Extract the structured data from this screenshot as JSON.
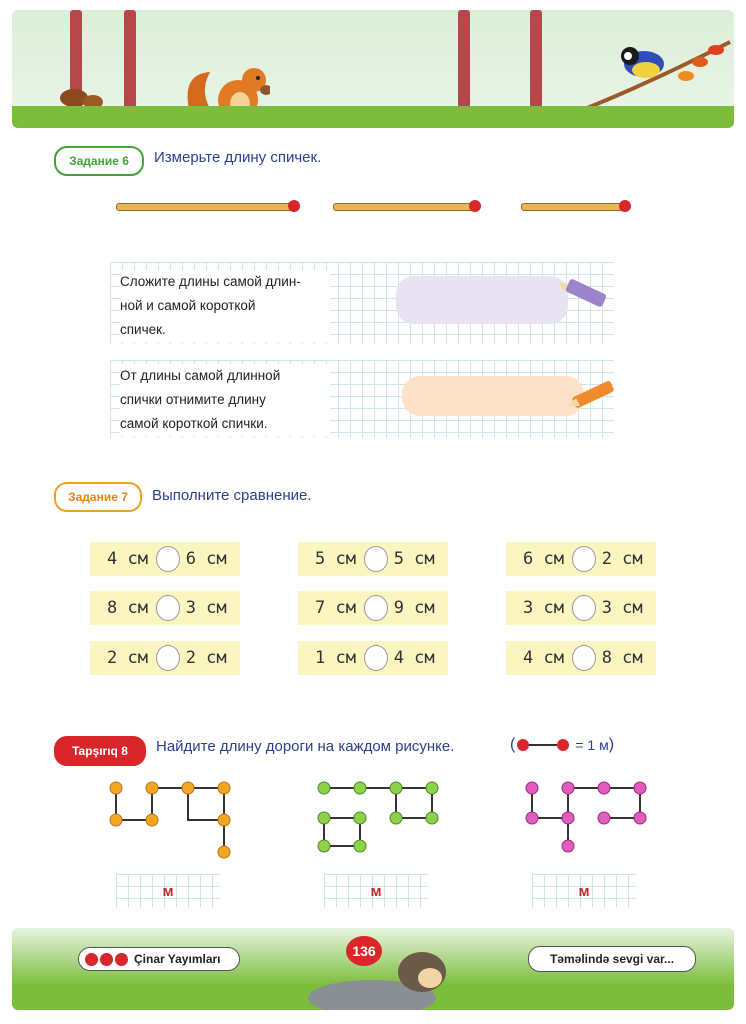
{
  "task6": {
    "badge": "Задание 6",
    "title": "Измерьте длину спичек."
  },
  "instr1": {
    "line1": "Сложите длины самой длин-",
    "line2": "ной и самой короткой",
    "line3": "спичек."
  },
  "instr2": {
    "line1": "От длины самой длинной",
    "line2": "спички отнимите длину",
    "line3": "самой короткой спички."
  },
  "task7": {
    "badge": "Задание 7",
    "title": "Выполните сравнение."
  },
  "comparisons": [
    {
      "left": "4 см",
      "right": "6 см"
    },
    {
      "left": "5 см",
      "right": "5 см"
    },
    {
      "left": "6 см",
      "right": "2 см"
    },
    {
      "left": "8 см",
      "right": "3 см"
    },
    {
      "left": "7 см",
      "right": "9 см"
    },
    {
      "left": "3 см",
      "right": "3 см"
    },
    {
      "left": "2 см",
      "right": "2 см"
    },
    {
      "left": "1 см",
      "right": "4 см"
    },
    {
      "left": "4 см",
      "right": "8 см"
    }
  ],
  "task8": {
    "badge": "Tapşırıq 8",
    "title": "Найдите длину дороги на каждом рисунке.",
    "legend": "= 1 м"
  },
  "answers": {
    "unit1": "м",
    "unit2": "м",
    "unit3": "м"
  },
  "footer": {
    "publisher": "Çinar Yayımları",
    "page_number": "136",
    "slogan": "Təməlində sevgi var..."
  },
  "colors": {
    "accent_blue": "#2b3f8f",
    "task6_green": "#3fa535",
    "task7_orange": "#f0a020",
    "task8_red": "#d8262b",
    "path_orange": "#f5a623",
    "path_green": "#8ed14a",
    "path_pink": "#e25bbf"
  },
  "icons": [
    "squirrel-illustration",
    "bird-illustration",
    "hedgehog-illustration",
    "pencil-icon",
    "facebook-icon",
    "instagram-icon",
    "youtube-icon"
  ]
}
